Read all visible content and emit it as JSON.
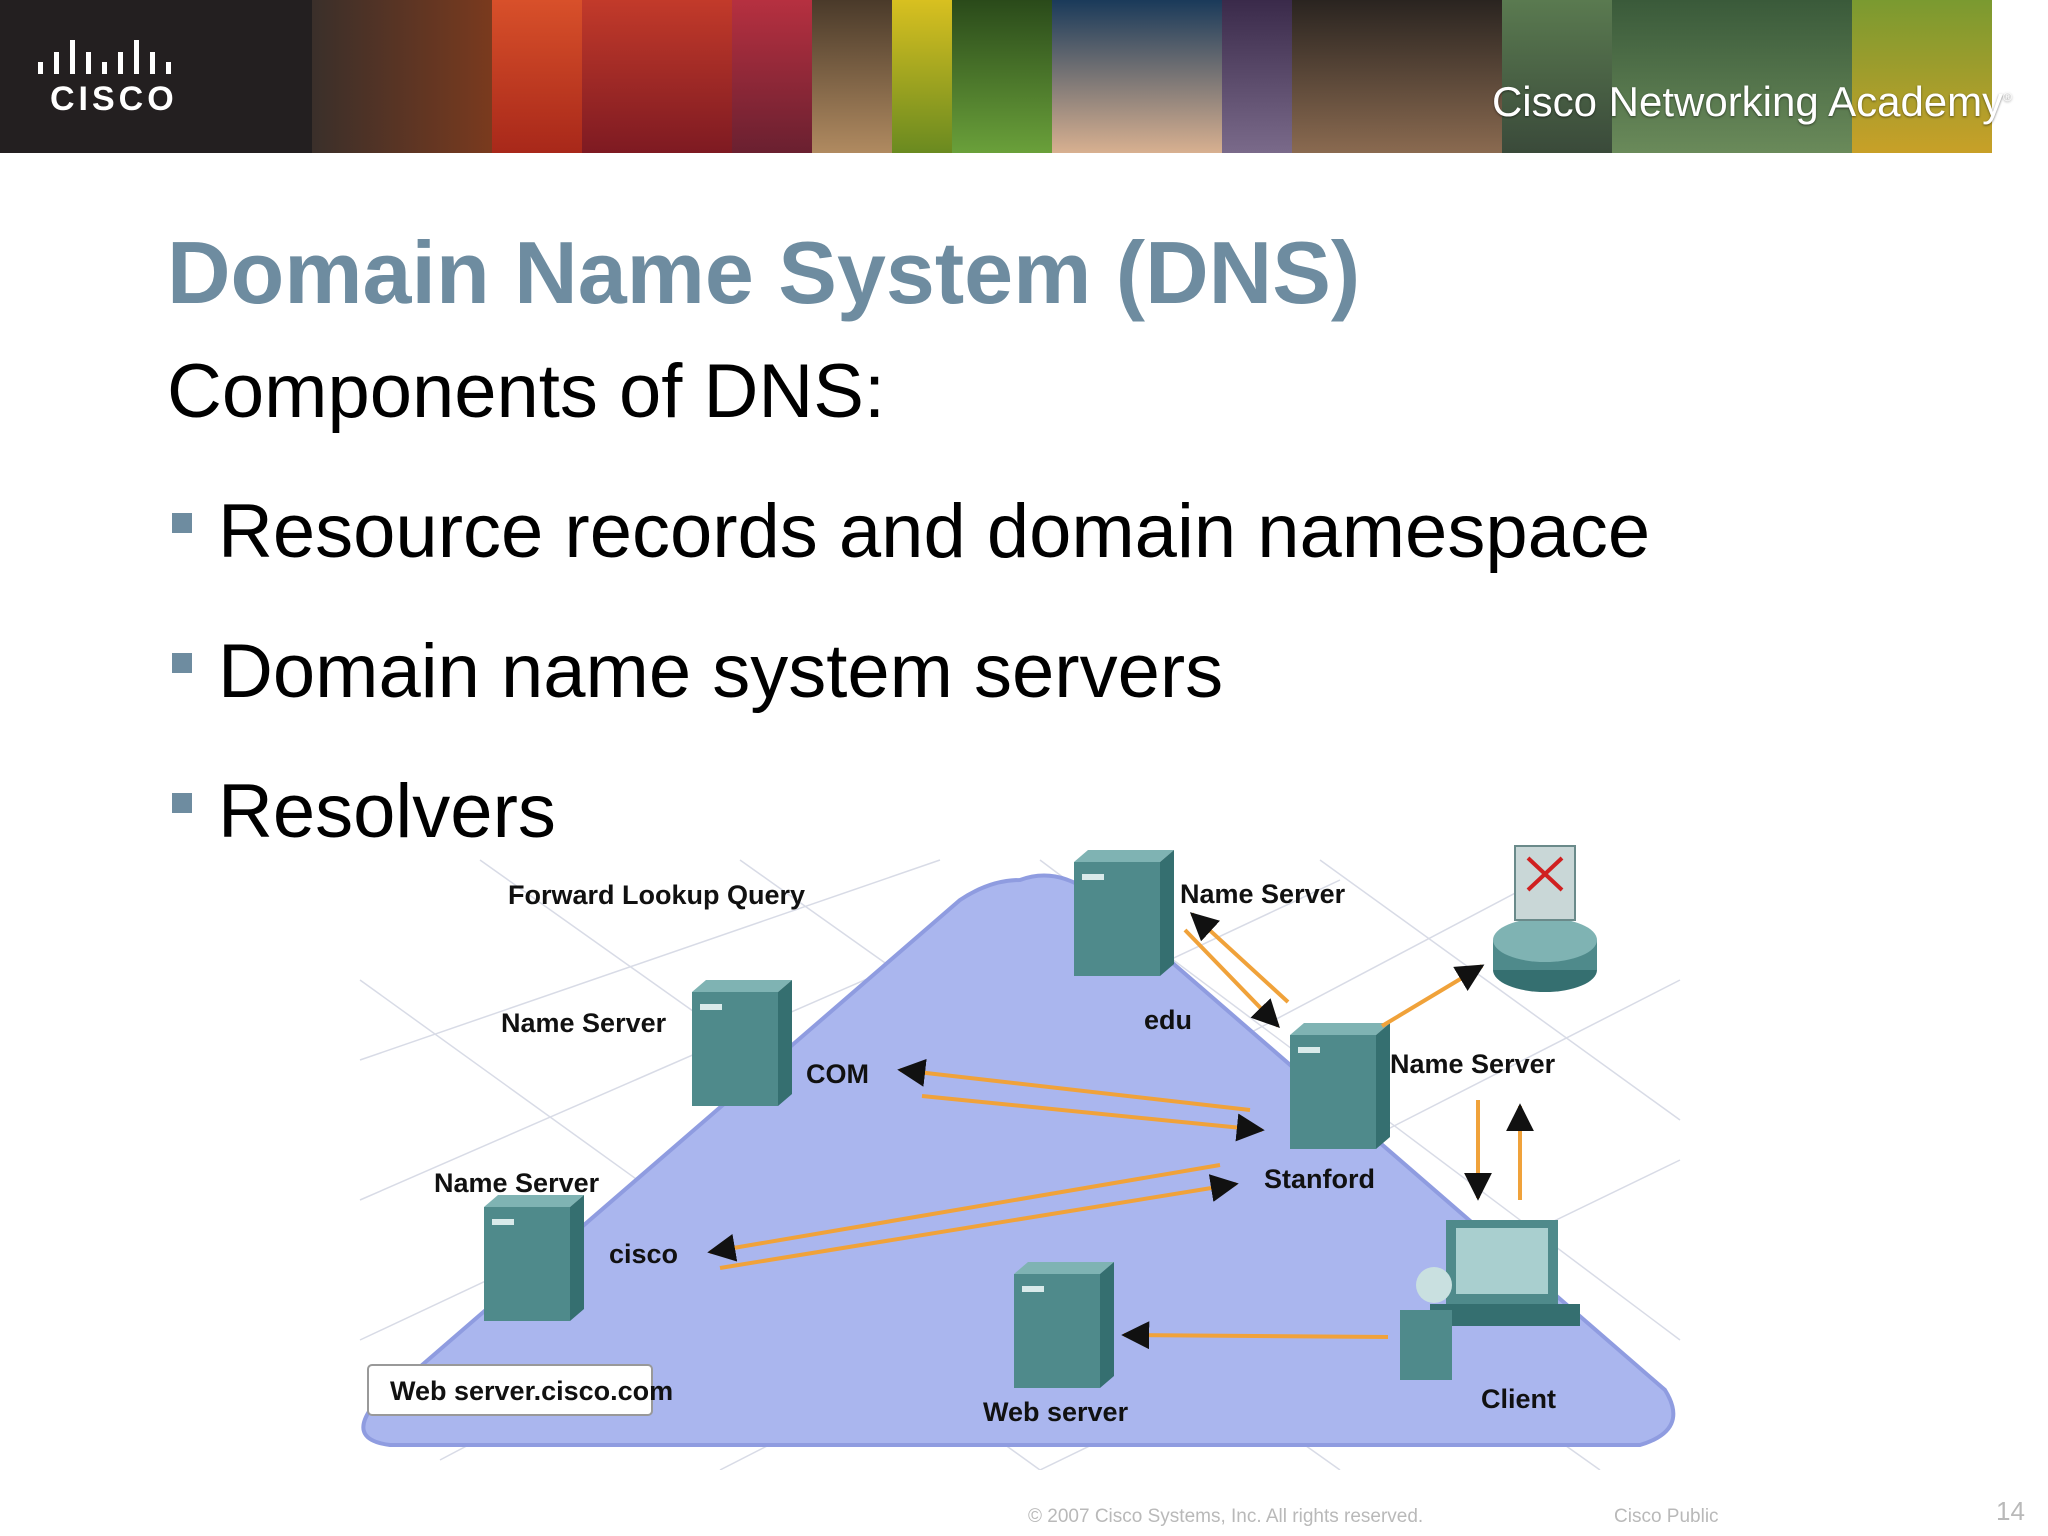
{
  "header": {
    "logo_text": "CISCO",
    "academy_name": "Cisco Networking Academy",
    "academy_mark": "®"
  },
  "slide": {
    "title": "Domain Name System (DNS)",
    "subtitle": "Components of DNS:",
    "bullets": [
      "Resource records and domain namespace",
      "Domain name system servers",
      "Resolvers"
    ]
  },
  "diagram": {
    "query_title": "Forward Lookup Query",
    "labels": {
      "ns_edu": "Name Server",
      "edu": "edu",
      "ns_com": "Name Server",
      "com": "COM",
      "ns_stanford": "Name Server",
      "stanford": "Stanford",
      "ns_cisco": "Name Server",
      "cisco": "cisco",
      "web_server": "Web server",
      "client": "Client",
      "query_box": "Web server.cisco.com"
    },
    "colors": {
      "triangle": "#aab6ee",
      "server": "#4f8a8b",
      "arrow_orange": "#f0a23a",
      "arrow_black": "#111111"
    }
  },
  "footer": {
    "copyright": "© 2007 Cisco Systems, Inc. All rights reserved.",
    "classification": "Cisco Public",
    "page_number": "14"
  }
}
